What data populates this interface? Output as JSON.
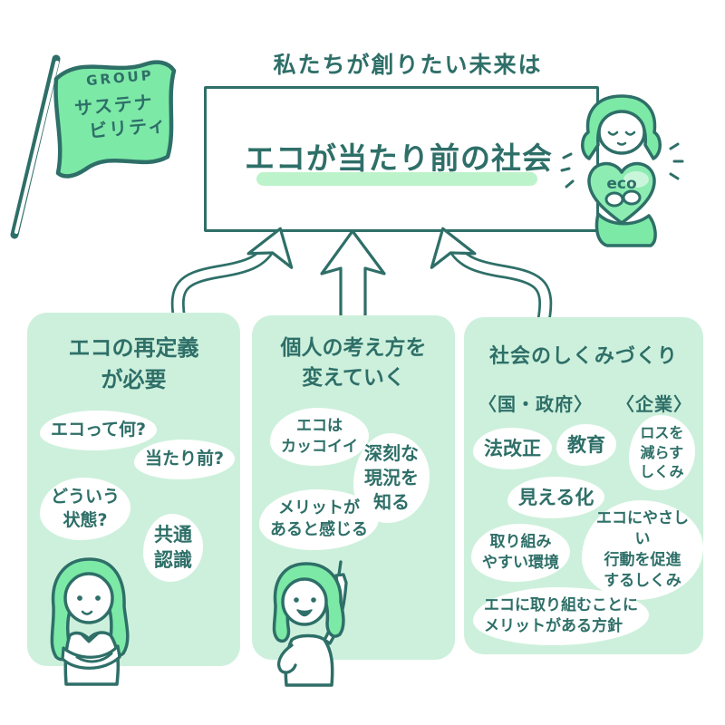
{
  "palette": {
    "outline": "#2e6f68",
    "card_fill": "#cdf0dc",
    "flag_fill": "#7ce9a7",
    "hair_fill": "#7ce9a7",
    "highlight": "#bdf3ca",
    "background": "#ffffff"
  },
  "flag": {
    "line1": "GROUP",
    "line2": "サステナ",
    "line3": "ビリティ"
  },
  "header": {
    "lead": "私たちが創りたい未来は",
    "vision": "エコが当たり前の社会",
    "heart_label": "eco"
  },
  "columns": [
    {
      "title": "エコの再定義\nが必要",
      "items": [
        "エコって何?",
        "当たり前?",
        "どういう\n状態?",
        "共通\n認識"
      ]
    },
    {
      "title": "個人の考え方を\n変えていく",
      "items": [
        "エコは\nカッコイイ",
        "深刻な\n現況を\n知る",
        "メリットが\nあると感じる"
      ]
    },
    {
      "title": "社会のしくみづくり",
      "subheads": [
        "〈国・政府〉",
        "〈企業〉"
      ],
      "items": [
        "法改正",
        "教育",
        "ロスを\n減らす\nしくみ",
        "見える化",
        "取り組み\nやすい環境",
        "エコにやさしい\n行動を促進\nするしくみ",
        "エコに取り組むことに\nメリットがある方針"
      ]
    }
  ]
}
